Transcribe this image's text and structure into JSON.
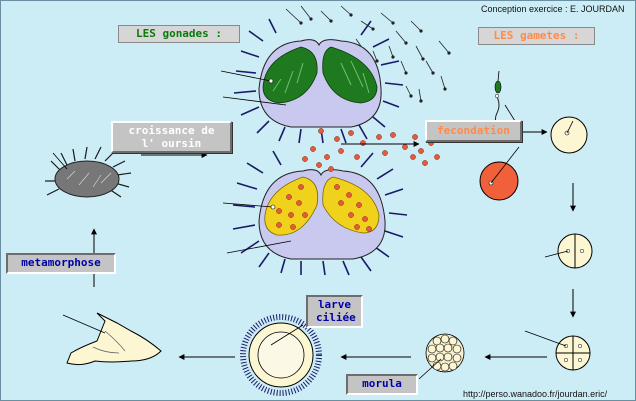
{
  "credit_top": "Conception exercice : E. JOURDAN",
  "credit_bottom": "http://perso.wanadoo.fr/jourdan.eric/",
  "labels": {
    "gonades": "LES gonades :",
    "gametes": "LES gametes :",
    "croissance": "croissance de l' oursin",
    "fecondation": "fecondation",
    "metamorphose": "metamorphose",
    "larve": "larve ciliée",
    "morula": "morula"
  },
  "colors": {
    "background": "#ccedf5",
    "gonad_male": "#1f7a1f",
    "gonad_female": "#f0d21c",
    "egg": "#f0603a",
    "body": "#c9c8ee",
    "gonades_text": "#0a7a0a",
    "gametes_text": "#ff8b4a",
    "dark_label_text": "#0000aa"
  }
}
